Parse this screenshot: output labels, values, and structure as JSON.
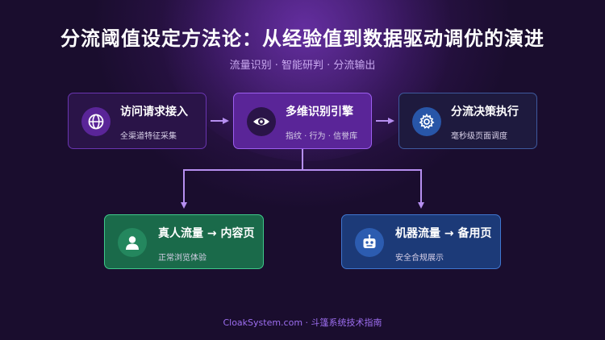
{
  "title": "分流阈值设定方法论：从经验值到数据驱动调优的演进",
  "subtitle": "流量识别 · 智能研判 · 分流输出",
  "colors": {
    "arrow": "#b68ff0",
    "access_icon_bg": "#5a2598",
    "engine_icon_bg": "#2a1448",
    "decision_icon_bg": "#2856a8",
    "human_icon_bg": "#24875e",
    "bot_icon_bg": "#2c5cb0"
  },
  "cards": {
    "access": {
      "title": "访问请求接入",
      "sub": "全渠道特征采集",
      "icon": "globe-icon"
    },
    "engine": {
      "title": "多维识别引擎",
      "sub": "指纹 · 行为 · 信誉库",
      "icon": "eye-icon"
    },
    "decision": {
      "title": "分流决策执行",
      "sub": "毫秒级页面调度",
      "icon": "gear-icon"
    },
    "human": {
      "title": "真人流量 → 内容页",
      "sub": "正常浏览体验",
      "icon": "person-icon"
    },
    "bot": {
      "title": "机器流量 → 备用页",
      "sub": "安全合规展示",
      "icon": "robot-icon"
    }
  },
  "footer": "CloakSystem.com · 斗篷系统技术指南"
}
